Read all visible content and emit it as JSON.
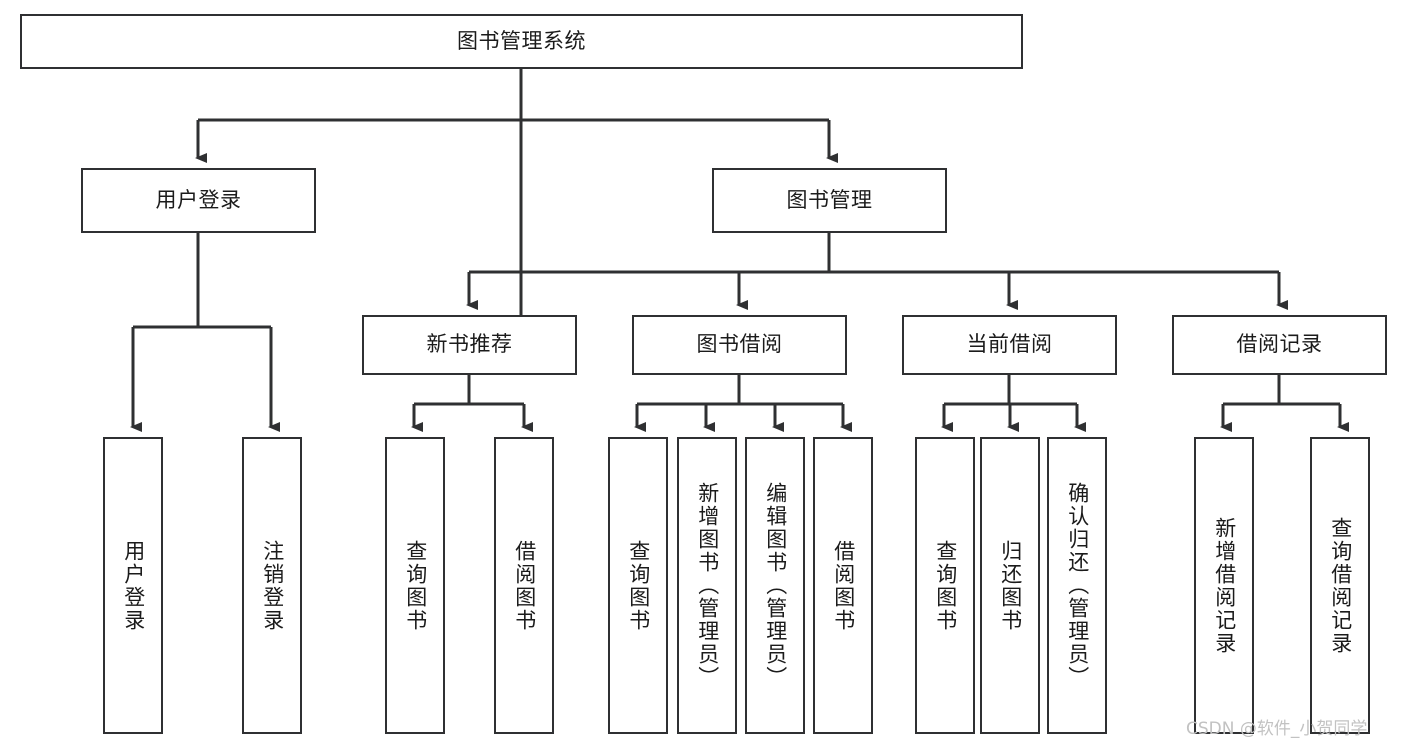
{
  "diagram": {
    "type": "hierarchy-tree",
    "title_node": {
      "label": "图书管理系统"
    },
    "level1": [
      {
        "label": "用户登录"
      },
      {
        "label": "图书管理"
      }
    ],
    "level2": [
      {
        "label": "新书推荐"
      },
      {
        "label": "图书借阅"
      },
      {
        "label": "当前借阅"
      },
      {
        "label": "借阅记录"
      }
    ],
    "leaves": {
      "user_login": [
        {
          "label": "用户登录"
        },
        {
          "label": "注销登录"
        }
      ],
      "new_book_recommend": [
        {
          "label": "查询图书"
        },
        {
          "label": "借阅图书"
        }
      ],
      "book_borrow": [
        {
          "label": "查询图书"
        },
        {
          "label": "新增图书（管理员）"
        },
        {
          "label": "编辑图书（管理员）"
        },
        {
          "label": "借阅图书"
        }
      ],
      "current_borrow": [
        {
          "label": "查询图书"
        },
        {
          "label": "归还图书"
        },
        {
          "label": "确认归还（管理员）"
        }
      ],
      "borrow_record": [
        {
          "label": "新增借阅记录"
        },
        {
          "label": "查询借阅记录"
        }
      ]
    }
  },
  "watermark": {
    "text": "CSDN @软件_小贺同学"
  },
  "colors": {
    "box_border": "#2f3032",
    "box_fill": "#ffffff",
    "connector": "#2f3032",
    "text": "#1b1b1b",
    "watermark": "#c2c2c2"
  }
}
